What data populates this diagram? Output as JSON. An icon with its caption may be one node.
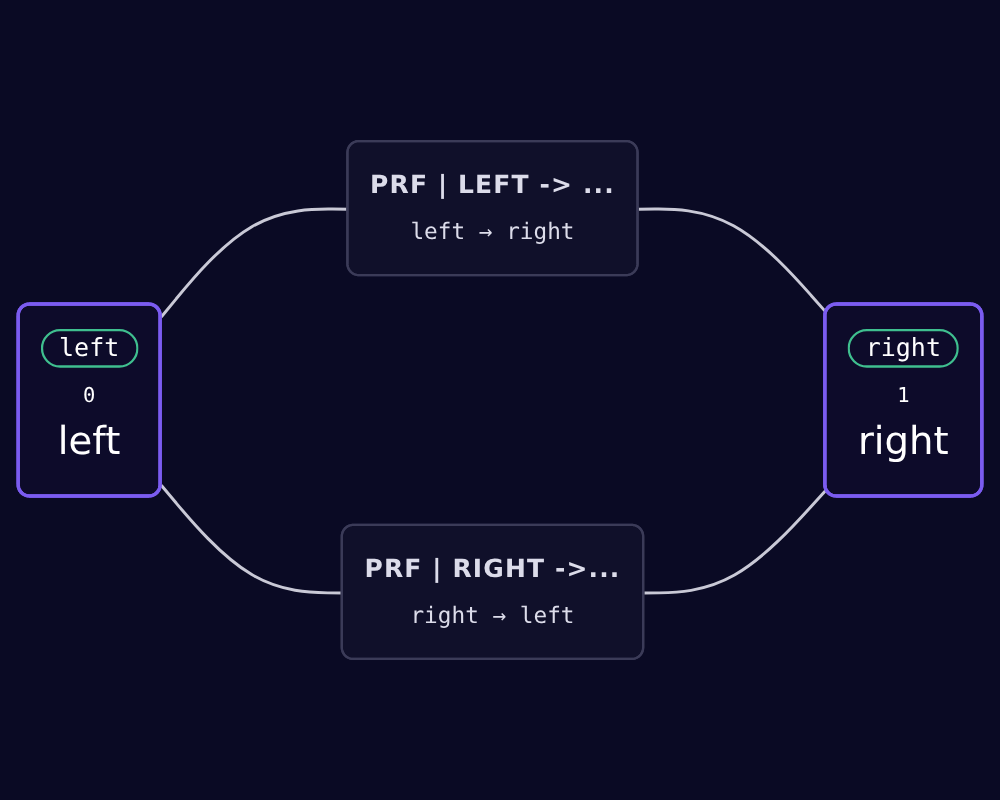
{
  "diagram": {
    "nodes": [
      {
        "text": [
          "PRF | LEFT -> ...",
          "left → right"
        ]
      },
      {
        "text": [
          "left",
          "0",
          "left"
        ]
      },
      {
        "text": [
          "right",
          "1",
          "right"
        ]
      },
      {
        "text": [
          "PRF | RIGHT ->...",
          "right → left"
        ]
      }
    ],
    "edges": [
      {
        "from": 1,
        "to": 0,
        "arrow": "none"
      },
      {
        "from": 0,
        "to": 2,
        "arrow": "none"
      },
      {
        "from": 1,
        "to": 3,
        "arrow": "none"
      },
      {
        "from": 3,
        "to": 2,
        "arrow": "none"
      }
    ]
  }
}
